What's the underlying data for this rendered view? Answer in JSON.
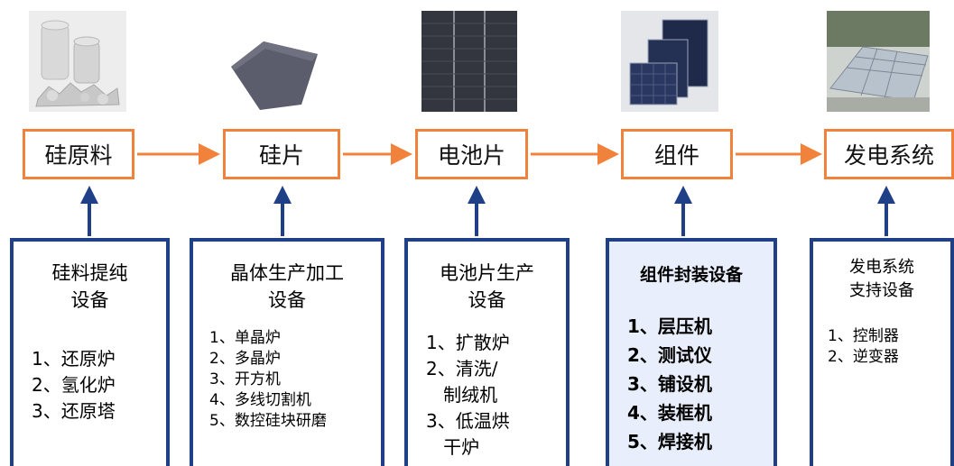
{
  "stages": [
    {
      "label": "硅原料"
    },
    {
      "label": "硅片"
    },
    {
      "label": "电池片"
    },
    {
      "label": "组件"
    },
    {
      "label": "发电系统"
    }
  ],
  "equipment": [
    {
      "title": [
        "硅料提纯",
        "设备"
      ],
      "items": [
        "1、还原炉",
        "2、氢化炉",
        "3、还原塔"
      ]
    },
    {
      "title": [
        "晶体生产加工",
        "设备"
      ],
      "items": [
        "1、单晶炉",
        "2、多晶炉",
        "3、开方机",
        "4、多线切割机",
        "5、数控硅块研磨"
      ]
    },
    {
      "title": [
        "电池片生产",
        "设备"
      ],
      "items": [
        "1、扩散炉",
        "2、清洗/",
        "   制绒机",
        "3、低温烘",
        "   干炉"
      ]
    },
    {
      "title": [
        "组件封装设备"
      ],
      "items": [
        "1、层压机",
        "2、测试仪",
        "3、铺设机",
        "4、装框机",
        "5、焊接机"
      ]
    },
    {
      "title": [
        "发电系统",
        "支持设备"
      ],
      "items": [
        "1、控制器",
        "2、逆变器"
      ]
    }
  ],
  "colors": {
    "stage_border": "#f0823c",
    "box_border": "#1f3f86",
    "highlight_fill": "#e8eefb"
  }
}
